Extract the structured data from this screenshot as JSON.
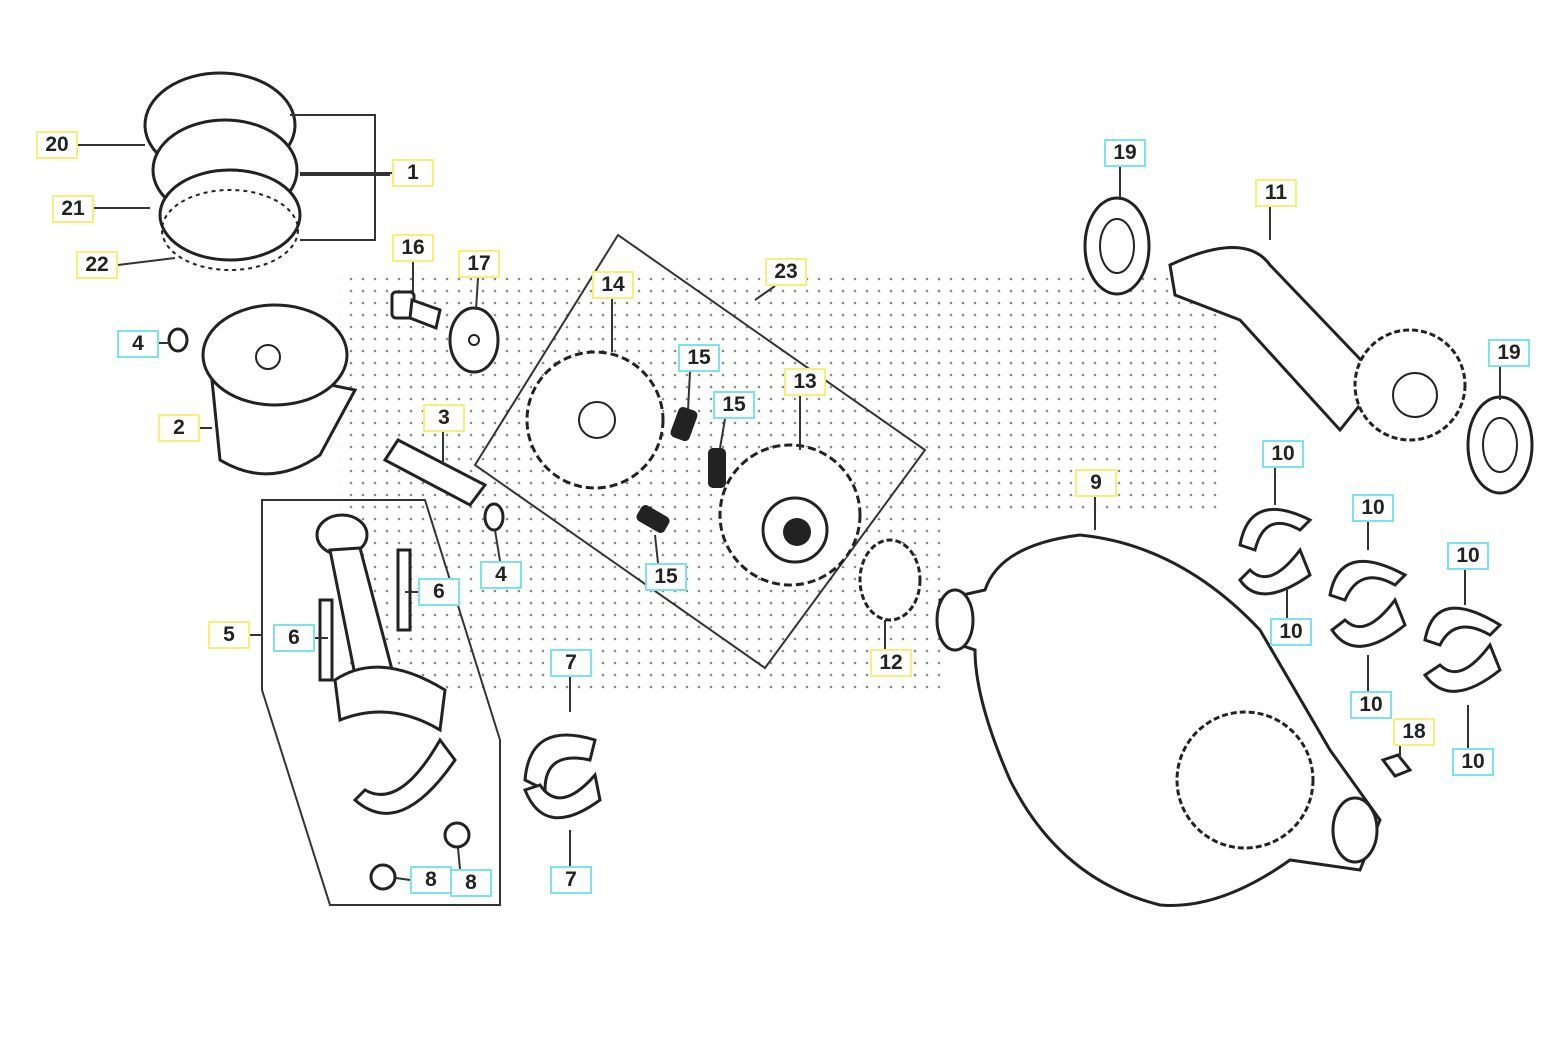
{
  "diagram": {
    "title": "Crankshaft / Piston exploded parts diagram",
    "callouts": [
      {
        "num": "20",
        "style": "yellow"
      },
      {
        "num": "1",
        "style": "yellow"
      },
      {
        "num": "21",
        "style": "yellow"
      },
      {
        "num": "22",
        "style": "yellow"
      },
      {
        "num": "16",
        "style": "yellow"
      },
      {
        "num": "17",
        "style": "yellow"
      },
      {
        "num": "4",
        "style": "cyan"
      },
      {
        "num": "2",
        "style": "yellow"
      },
      {
        "num": "3",
        "style": "yellow"
      },
      {
        "num": "4",
        "style": "cyan"
      },
      {
        "num": "5",
        "style": "yellow"
      },
      {
        "num": "6",
        "style": "cyan"
      },
      {
        "num": "6",
        "style": "cyan"
      },
      {
        "num": "8",
        "style": "cyan"
      },
      {
        "num": "8",
        "style": "cyan"
      },
      {
        "num": "7",
        "style": "cyan"
      },
      {
        "num": "7",
        "style": "cyan"
      },
      {
        "num": "14",
        "style": "yellow"
      },
      {
        "num": "23",
        "style": "yellow"
      },
      {
        "num": "15",
        "style": "cyan"
      },
      {
        "num": "15",
        "style": "cyan"
      },
      {
        "num": "15",
        "style": "cyan"
      },
      {
        "num": "13",
        "style": "yellow"
      },
      {
        "num": "12",
        "style": "yellow"
      },
      {
        "num": "19",
        "style": "cyan"
      },
      {
        "num": "11",
        "style": "yellow"
      },
      {
        "num": "19",
        "style": "cyan"
      },
      {
        "num": "9",
        "style": "yellow"
      },
      {
        "num": "10",
        "style": "cyan"
      },
      {
        "num": "10",
        "style": "cyan"
      },
      {
        "num": "10",
        "style": "cyan"
      },
      {
        "num": "10",
        "style": "cyan"
      },
      {
        "num": "10",
        "style": "cyan"
      },
      {
        "num": "10",
        "style": "cyan"
      },
      {
        "num": "18",
        "style": "yellow"
      }
    ]
  }
}
